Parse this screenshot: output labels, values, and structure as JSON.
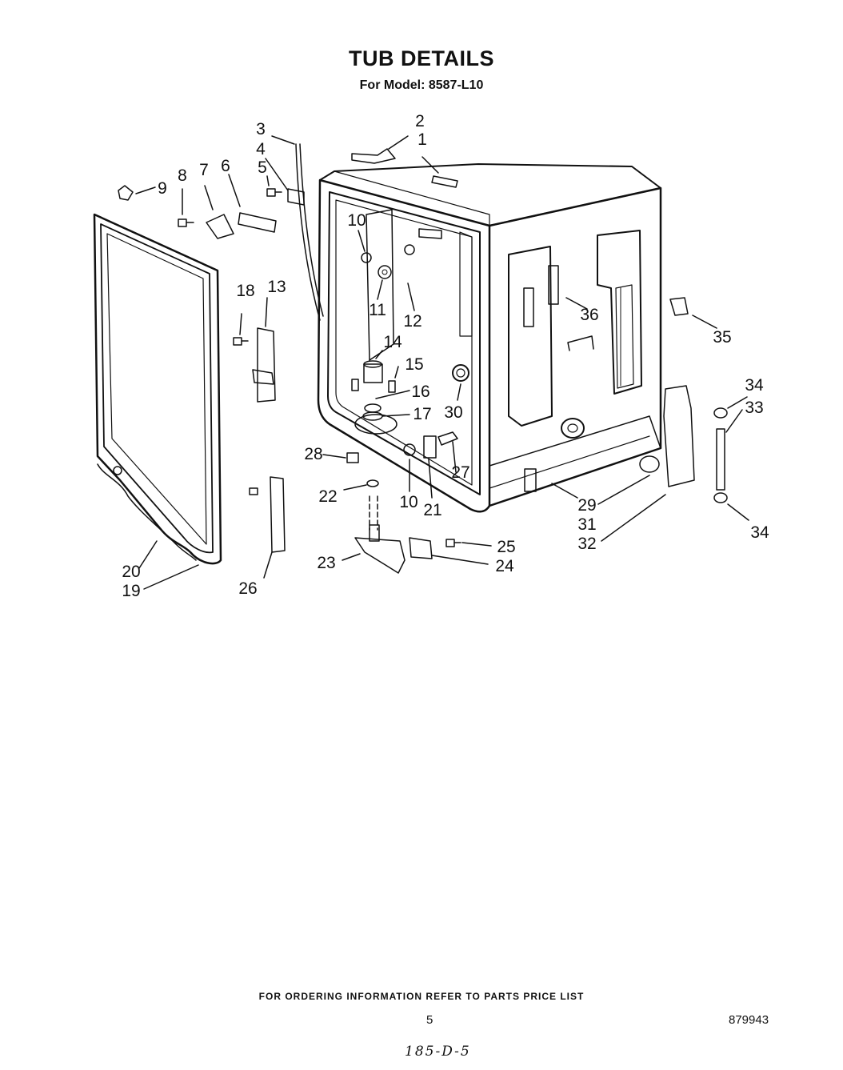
{
  "header": {
    "title": "TUB DETAILS",
    "subtitle": "For Model: 8587-L10"
  },
  "callouts": [
    "1",
    "2",
    "3",
    "4",
    "5",
    "6",
    "7",
    "8",
    "9",
    "10",
    "10",
    "11",
    "12",
    "13",
    "14",
    "15",
    "16",
    "17",
    "18",
    "19",
    "20",
    "21",
    "22",
    "23",
    "24",
    "25",
    "26",
    "27",
    "28",
    "29",
    "30",
    "31",
    "32",
    "33",
    "34",
    "34",
    "35",
    "36"
  ],
  "footer": {
    "ordering_note": "FOR ORDERING INFORMATION REFER TO PARTS PRICE LIST",
    "page_number": "5",
    "document_number": "879943",
    "handwritten_note": "185-D-5"
  }
}
